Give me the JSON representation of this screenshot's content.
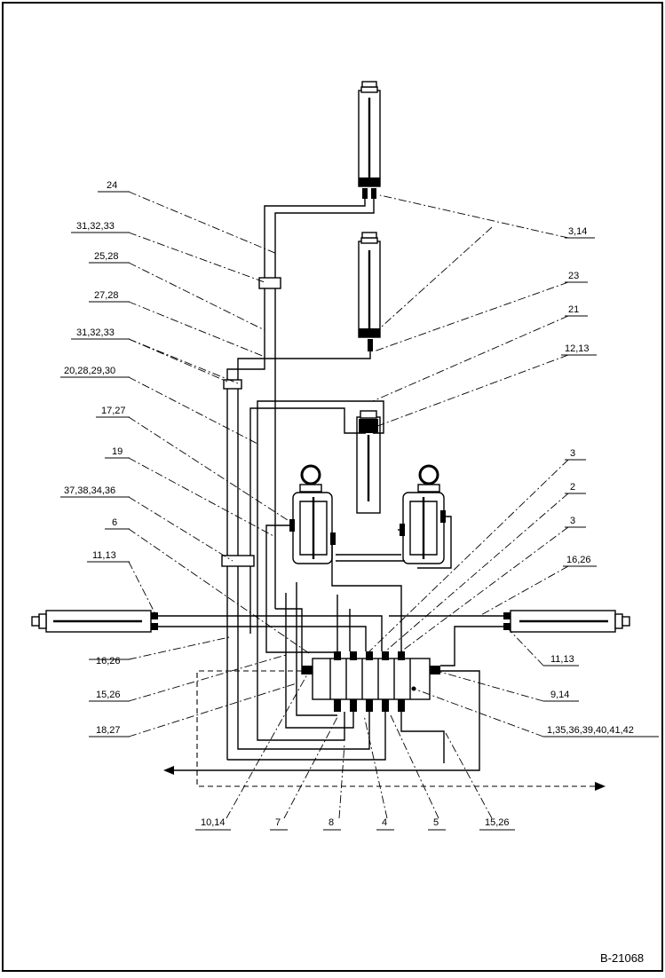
{
  "drawing": {
    "reference": "B-21068",
    "callouts": {
      "c24": "24",
      "c31a": "31,32,33",
      "c25": "25,28",
      "c27": "27,28",
      "c31b": "31,32,33",
      "c20": "20,28,29,30",
      "c17": "17,27",
      "c19": "19",
      "c37": "37,38,34,36",
      "c6": "6",
      "c11a": "11,13",
      "c16a": "16,26",
      "c15a": "15,26",
      "c18": "18,27",
      "c10": "10,14",
      "c7": "7",
      "c8": "8",
      "c4": "4",
      "c5": "5",
      "c15b": "15,26",
      "c314": "3,14",
      "c23": "23",
      "c21": "21",
      "c12": "12,13",
      "c3a": "3",
      "c2": "2",
      "c3b": "3",
      "c16b": "16,26",
      "c11b": "11,13",
      "c9": "9,14",
      "c1": "1,35,36,39,40,41,42"
    }
  }
}
